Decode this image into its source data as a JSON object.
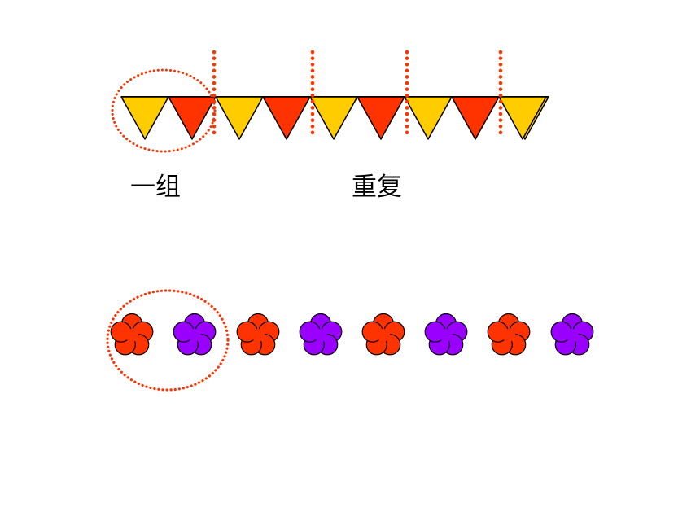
{
  "labels": {
    "group": "一组",
    "repeat": "重复"
  },
  "colors": {
    "yellow": "#FFCC00",
    "red": "#FF3300",
    "purple": "#9900FF",
    "outline": "#000000",
    "dotted": "#FF3300",
    "ellipse": "#FF3300"
  },
  "flags": {
    "pattern": [
      "yellow",
      "red",
      "yellow",
      "red",
      "yellow",
      "red",
      "yellow",
      "red",
      "yellow"
    ]
  },
  "flowers": {
    "pattern": [
      "red",
      "purple",
      "red",
      "purple",
      "red",
      "purple",
      "red",
      "purple"
    ]
  },
  "icons": {
    "flag": "triangle-flag-icon",
    "flower": "flower-icon"
  }
}
